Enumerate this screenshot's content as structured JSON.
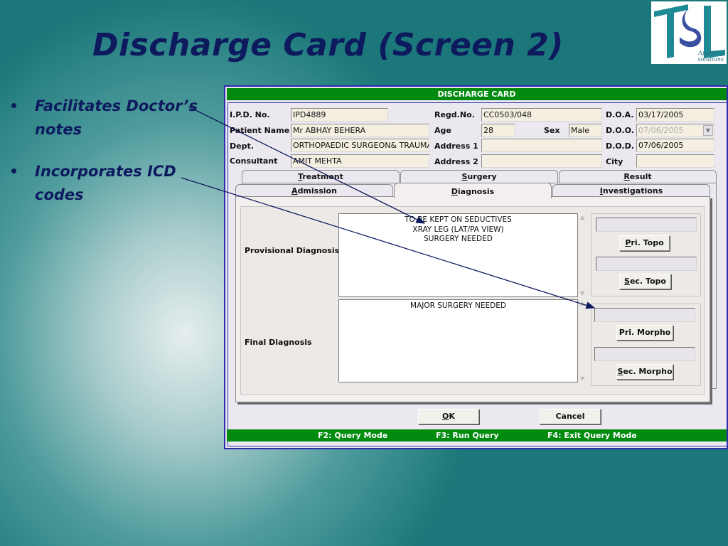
{
  "slide": {
    "title": "Discharge Card (Screen 2)",
    "bullets": [
      "Facilitates Doctor’s notes",
      "Incorporates ICD codes"
    ],
    "logo": {
      "mark": "TSL",
      "tagline_1": "Applying",
      "tagline_2": "solutions"
    }
  },
  "window": {
    "title": "DISCHARGE CARD",
    "fields": {
      "ipd_no": {
        "label": "I.P.D. No.",
        "value": "IPD4889"
      },
      "regd_no": {
        "label": "Regd.No.",
        "value": "CC0503/048"
      },
      "doa": {
        "label": "D.O.A.",
        "value": "03/17/2005"
      },
      "patient_name": {
        "label": "Patient Name",
        "value": "Mr ABHAY BEHERA"
      },
      "age": {
        "label": "Age",
        "value": "28"
      },
      "sex": {
        "label": "Sex",
        "value": "Male"
      },
      "doo": {
        "label": "D.O.O.",
        "value": "07/06/2005"
      },
      "dept": {
        "label": "Dept.",
        "value": "ORTHOPAEDIC SURGEON& TRAUMA"
      },
      "address1": {
        "label": "Address 1",
        "value": ""
      },
      "dod": {
        "label": "D.O.D.",
        "value": "07/06/2005"
      },
      "consultant": {
        "label": "Consultant",
        "value": "AMIT MEHTA"
      },
      "address2": {
        "label": "Address 2",
        "value": ""
      },
      "city": {
        "label": "City",
        "value": ""
      }
    },
    "tabs_back": [
      {
        "hot": "T",
        "rest": "reatment"
      },
      {
        "hot": "S",
        "rest": "urgery"
      },
      {
        "hot": "R",
        "rest": "esult"
      }
    ],
    "tabs_front": [
      {
        "hot": "A",
        "rest": "dmission"
      },
      {
        "hot": "D",
        "rest": "iagnosis"
      },
      {
        "hot": "I",
        "rest": "nvestigations"
      }
    ],
    "active_tab": "Diagnosis",
    "diagnosis": {
      "provisional_label": "Provisional Diagnosis",
      "provisional_lines": [
        "TO BE KEPT ON SEDUCTIVES",
        "XRAY LEG (LAT/PA VIEW)",
        "SURGERY NEEDED"
      ],
      "final_label": "Final Diagnosis",
      "final_lines": [
        "MAJOR SURGERY NEEDED"
      ]
    },
    "code_buttons": {
      "pri_topo": {
        "hot": "P",
        "rest": "ri. Topo"
      },
      "sec_topo": {
        "hot": "S",
        "rest": "ec. Topo"
      },
      "pri_morpho": {
        "label": "Pri. Morpho"
      },
      "sec_morpho": {
        "hot": "S",
        "rest": "ec. Morpho"
      }
    },
    "buttons": {
      "ok": {
        "hot": "O",
        "rest": "K"
      },
      "cancel": {
        "label": "Cancel"
      }
    },
    "status_bar": [
      "F2: Query Mode",
      "F3: Run Query",
      "F4: Exit Query Mode"
    ]
  }
}
